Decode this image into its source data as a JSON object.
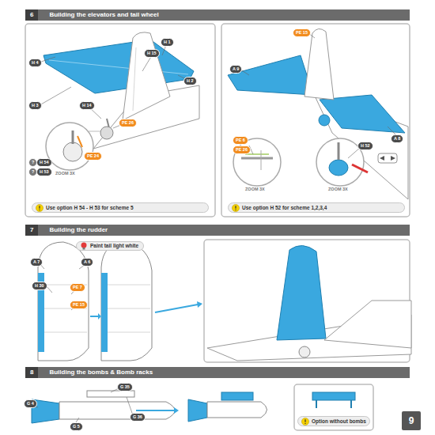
{
  "diagram": {
    "nodes": [
      {
        "text": [
          "6",
          "Building the elevators and tail wheel"
        ]
      },
      {
        "text": [
          "Use option H 54 - H 53 for scheme 5"
        ]
      },
      {
        "text": [
          "Use option H 52 for scheme 1,2,3,4"
        ]
      },
      {
        "text": [
          "7",
          "Building the rudder"
        ]
      },
      {
        "text": [
          "Paint tail light white"
        ]
      },
      {
        "text": [
          "8",
          "Building the bombs & Bomb racks"
        ]
      },
      {
        "text": [
          "Option without bombs"
        ]
      },
      {
        "text": [
          "9"
        ]
      }
    ],
    "labels": [
      "H 4",
      "H 1",
      "H 15",
      "H 2",
      "H 3",
      "H 14",
      "PE 26",
      "?",
      "H 54",
      "?",
      "H 53",
      "PE 24",
      "ZOOM 3X",
      "PE 15",
      "A 9",
      "A 8",
      "PE 6",
      "PE 26",
      "ZOOM 3X",
      "H 52",
      "ZOOM 3X",
      "A 7",
      "A 6",
      "H 30",
      "PE 7",
      "PE 15",
      "G 35",
      "G 4",
      "G 36",
      "G 5"
    ]
  }
}
